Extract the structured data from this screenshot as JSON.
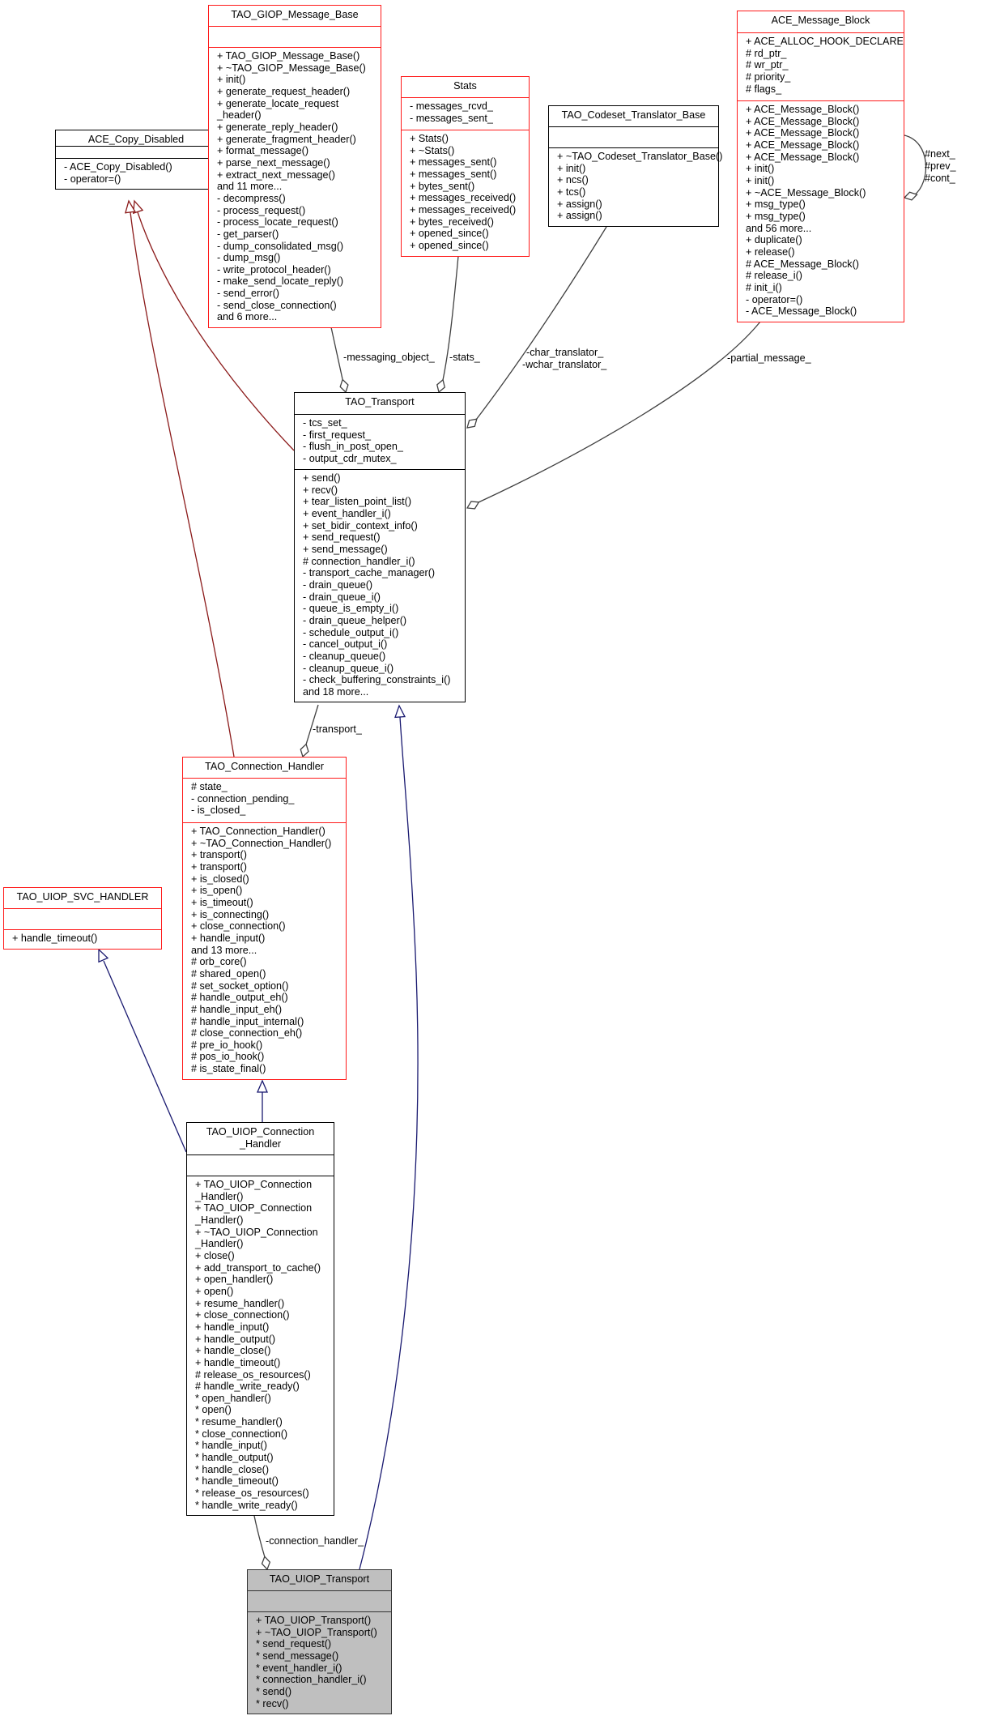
{
  "classes": {
    "ace_copy_disabled": {
      "title": "ACE_Copy_Disabled",
      "attributes": [],
      "methods": [
        "- ACE_Copy_Disabled()",
        "- operator=()"
      ],
      "border": "black"
    },
    "tao_giop_message_base": {
      "title": "TAO_GIOP_Message_Base",
      "attributes": [],
      "methods": [
        "+ TAO_GIOP_Message_Base()",
        "+ ~TAO_GIOP_Message_Base()",
        "+ init()",
        "+ generate_request_header()",
        "+ generate_locate_request",
        "_header()",
        "+ generate_reply_header()",
        "+ generate_fragment_header()",
        "+ format_message()",
        "+ parse_next_message()",
        "+ extract_next_message()",
        "and 11 more...",
        "- decompress()",
        "- process_request()",
        "- process_locate_request()",
        "- get_parser()",
        "- dump_consolidated_msg()",
        "- dump_msg()",
        "- write_protocol_header()",
        "- make_send_locate_reply()",
        "- send_error()",
        "- send_close_connection()",
        "and 6 more..."
      ],
      "border": "red"
    },
    "stats": {
      "title": "Stats",
      "attributes": [
        "- messages_rcvd_",
        "- messages_sent_"
      ],
      "methods": [
        "+ Stats()",
        "+ ~Stats()",
        "+ messages_sent()",
        "+ messages_sent()",
        "+ bytes_sent()",
        "+ messages_received()",
        "+ messages_received()",
        "+ bytes_received()",
        "+ opened_since()",
        "+ opened_since()"
      ],
      "border": "red"
    },
    "tao_codeset_translator_base": {
      "title": "TAO_Codeset_Translator_Base",
      "attributes": [],
      "methods": [
        "+ ~TAO_Codeset_Translator_Base()",
        "+ init()",
        "+ ncs()",
        "+ tcs()",
        "+ assign()",
        "+ assign()"
      ],
      "border": "black"
    },
    "ace_message_block": {
      "title": "ACE_Message_Block",
      "attributes": [
        "+ ACE_ALLOC_HOOK_DECLARE",
        "# rd_ptr_",
        "# wr_ptr_",
        "# priority_",
        "# flags_"
      ],
      "methods": [
        "+ ACE_Message_Block()",
        "+ ACE_Message_Block()",
        "+ ACE_Message_Block()",
        "+ ACE_Message_Block()",
        "+ ACE_Message_Block()",
        "+ init()",
        "+ init()",
        "+ ~ACE_Message_Block()",
        "+ msg_type()",
        "+ msg_type()",
        "and 56 more...",
        "+ duplicate()",
        "+ release()",
        "# ACE_Message_Block()",
        "# release_i()",
        "# init_i()",
        "- operator=()",
        "- ACE_Message_Block()"
      ],
      "border": "red"
    },
    "tao_transport": {
      "title": "TAO_Transport",
      "attributes": [
        "- tcs_set_",
        "- first_request_",
        "- flush_in_post_open_",
        "- output_cdr_mutex_"
      ],
      "methods": [
        "+ send()",
        "+ recv()",
        "+ tear_listen_point_list()",
        "+ event_handler_i()",
        "+ set_bidir_context_info()",
        "+ send_request()",
        "+ send_message()",
        "# connection_handler_i()",
        "- transport_cache_manager()",
        "- drain_queue()",
        "- drain_queue_i()",
        "- queue_is_empty_i()",
        "- drain_queue_helper()",
        "- schedule_output_i()",
        "- cancel_output_i()",
        "- cleanup_queue()",
        "- cleanup_queue_i()",
        "- check_buffering_constraints_i()",
        "and 18 more..."
      ],
      "border": "black"
    },
    "tao_connection_handler": {
      "title": "TAO_Connection_Handler",
      "attributes": [
        "# state_",
        "- connection_pending_",
        "- is_closed_"
      ],
      "methods": [
        "+ TAO_Connection_Handler()",
        "+ ~TAO_Connection_Handler()",
        "+ transport()",
        "+ transport()",
        "+ is_closed()",
        "+ is_open()",
        "+ is_timeout()",
        "+ is_connecting()",
        "+ close_connection()",
        "+ handle_input()",
        "and 13 more...",
        "# orb_core()",
        "# shared_open()",
        "# set_socket_option()",
        "# handle_output_eh()",
        "# handle_input_eh()",
        "# handle_input_internal()",
        "# close_connection_eh()",
        "# pre_io_hook()",
        "# pos_io_hook()",
        "# is_state_final()"
      ],
      "border": "red"
    },
    "tao_uiop_svc_handler": {
      "title": "TAO_UIOP_SVC_HANDLER",
      "attributes": [],
      "methods": [
        "+ handle_timeout()"
      ],
      "border": "red"
    },
    "tao_uiop_connection_handler": {
      "title": "TAO_UIOP_Connection\n_Handler",
      "attributes": [],
      "methods": [
        "+ TAO_UIOP_Connection",
        "_Handler()",
        "+ TAO_UIOP_Connection",
        "_Handler()",
        "+ ~TAO_UIOP_Connection",
        "_Handler()",
        "+ close()",
        "+ add_transport_to_cache()",
        "+ open_handler()",
        "+ open()",
        "+ resume_handler()",
        "+ close_connection()",
        "+ handle_input()",
        "+ handle_output()",
        "+ handle_close()",
        "+ handle_timeout()",
        "# release_os_resources()",
        "# handle_write_ready()",
        "* open_handler()",
        "* open()",
        "* resume_handler()",
        "* close_connection()",
        "* handle_input()",
        "* handle_output()",
        "* handle_close()",
        "* handle_timeout()",
        "* release_os_resources()",
        "* handle_write_ready()"
      ],
      "border": "black"
    },
    "tao_uiop_transport": {
      "title": "TAO_UIOP_Transport",
      "attributes": [],
      "methods": [
        "+ TAO_UIOP_Transport()",
        "+ ~TAO_UIOP_Transport()",
        "* send_request()",
        "* send_message()",
        "* event_handler_i()",
        "* connection_handler_i()",
        "* send()",
        "* recv()"
      ],
      "border": "gray"
    }
  },
  "edge_labels": {
    "messaging_object": "-messaging_object_",
    "stats": "-stats_",
    "char_translator": "-char_translator_",
    "wchar_translator": "-wchar_translator_",
    "partial_message": "-partial_message_",
    "next": "#next_",
    "prev": "#prev_",
    "cont": "#cont_",
    "transport": "-transport_",
    "connection_handler": "-connection_handler_"
  },
  "colors": {
    "red_border": "#ff1a1a",
    "inherit_darkred": "#8b1a1a",
    "inherit_navy": "#191970",
    "aggregation": "#404040",
    "focus_fill": "#bfbfbf"
  }
}
